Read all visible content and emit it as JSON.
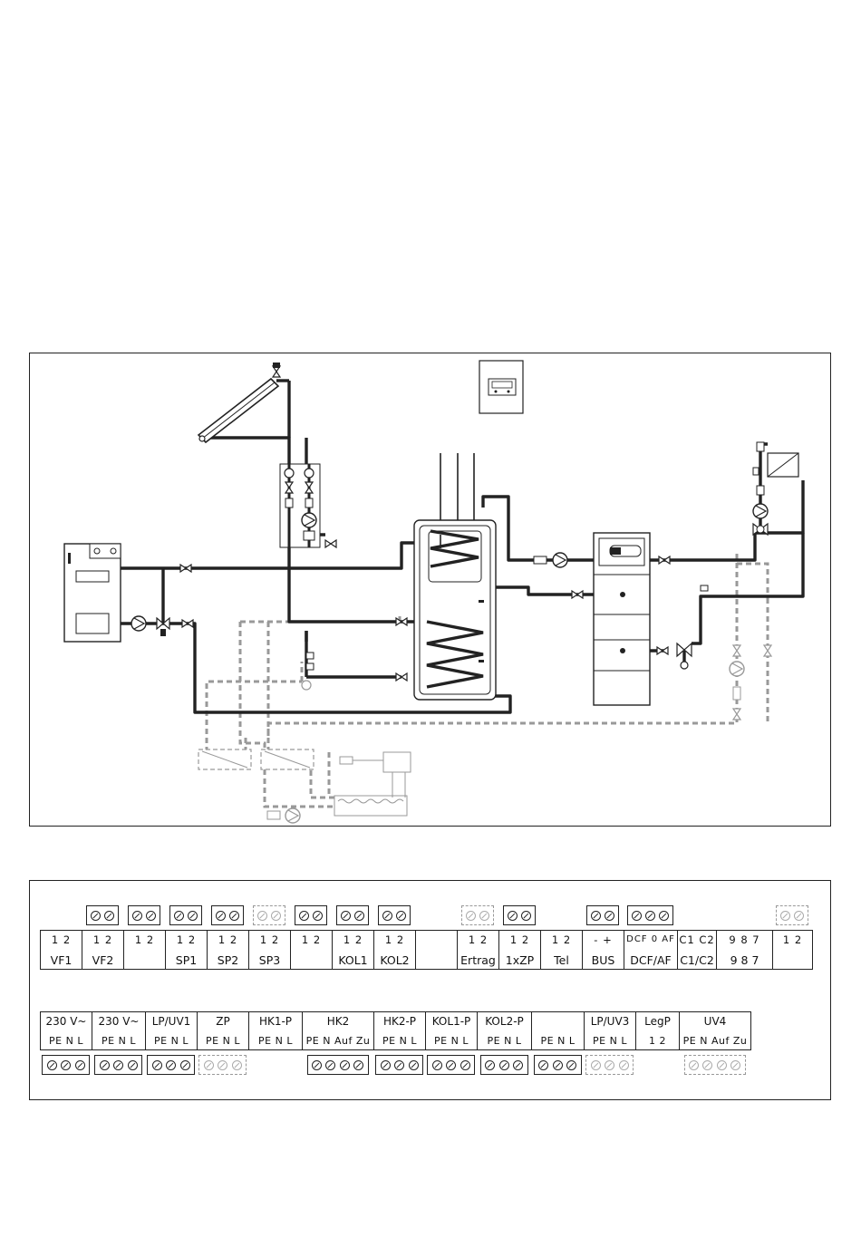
{
  "upper_terminals": [
    {
      "pins": "1 2",
      "label": "VF1",
      "screws": 0,
      "dashed": false
    },
    {
      "pins": "1 2",
      "label": "VF2",
      "screws": 2,
      "dashed": false
    },
    {
      "pins": "1 2",
      "label": "",
      "screws": 2,
      "dashed": false
    },
    {
      "pins": "1 2",
      "label": "SP1",
      "screws": 2,
      "dashed": false
    },
    {
      "pins": "1 2",
      "label": "SP2",
      "screws": 2,
      "dashed": false
    },
    {
      "pins": "1 2",
      "label": "SP3",
      "screws": 2,
      "dashed": true
    },
    {
      "pins": "1 2",
      "label": "",
      "screws": 2,
      "dashed": false
    },
    {
      "pins": "1 2",
      "label": "KOL1",
      "screws": 2,
      "dashed": false
    },
    {
      "pins": "1 2",
      "label": "KOL2",
      "screws": 2,
      "dashed": false
    },
    {
      "pins": "",
      "label": "",
      "screws": 0,
      "dashed": false
    },
    {
      "pins": "1 2",
      "label": "Ertrag",
      "screws": 2,
      "dashed": true
    },
    {
      "pins": "1 2",
      "label": "1xZP",
      "screws": 2,
      "dashed": false
    },
    {
      "pins": "1 2",
      "label": "Tel",
      "screws": 0,
      "dashed": false
    },
    {
      "pins": "- +",
      "label": "BUS",
      "screws": 2,
      "dashed": false
    },
    {
      "pins": "DCF 0 AF",
      "label": "DCF/AF",
      "screws": 3,
      "dashed": false
    },
    {
      "pins": "C1 C2",
      "label": "C1/C2",
      "screws": 0,
      "dashed": false
    },
    {
      "pins": "9 8 7",
      "label": "9 8 7",
      "screws": 0,
      "dashed": false
    },
    {
      "pins": "1 2",
      "label": "",
      "screws": 2,
      "dashed": true
    }
  ],
  "lower_terminals": [
    {
      "top": "230 V~",
      "bottom": "PE N L",
      "screws": 3,
      "dashed": false
    },
    {
      "top": "230 V~",
      "bottom": "PE N L",
      "screws": 3,
      "dashed": false
    },
    {
      "top": "LP/UV1",
      "bottom": "PE N L",
      "screws": 3,
      "dashed": false
    },
    {
      "top": "ZP",
      "bottom": "PE N L",
      "screws": 3,
      "dashed": true
    },
    {
      "top": "HK1-P",
      "bottom": "PE N L",
      "screws": 0,
      "dashed": false
    },
    {
      "top": "HK2",
      "bottom": "PE N Auf Zu",
      "screws": 4,
      "dashed": false
    },
    {
      "top": "HK2-P",
      "bottom": "PE N L",
      "screws": 3,
      "dashed": false
    },
    {
      "top": "KOL1-P",
      "bottom": "PE N L",
      "screws": 3,
      "dashed": false
    },
    {
      "top": "KOL2-P",
      "bottom": "PE N L",
      "screws": 3,
      "dashed": false
    },
    {
      "top": "",
      "bottom": "PE N L",
      "screws": 3,
      "dashed": false
    },
    {
      "top": "LP/UV3",
      "bottom": "PE N L",
      "screws": 3,
      "dashed": true
    },
    {
      "top": "LegP",
      "bottom": "1 2",
      "screws": 0,
      "dashed": false
    },
    {
      "top": "UV4",
      "bottom": "PE N Auf Zu",
      "screws": 4,
      "dashed": true
    }
  ]
}
